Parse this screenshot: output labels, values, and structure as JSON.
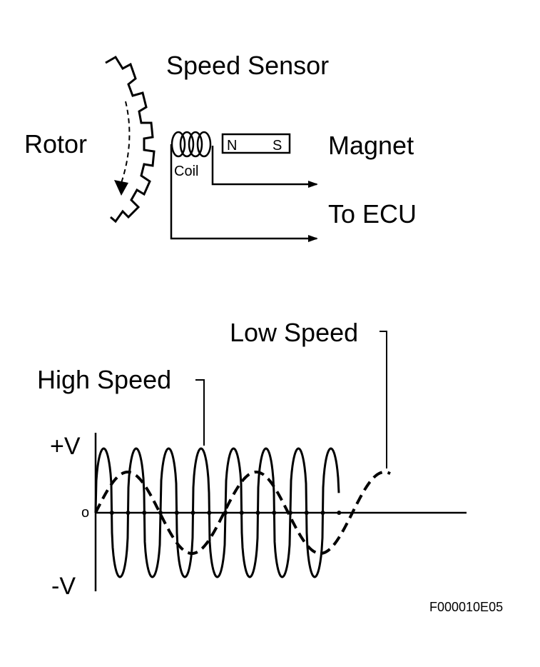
{
  "sensor": {
    "title": "Speed Sensor",
    "rotor_label": "Rotor",
    "coil_label": "Coil",
    "magnet_label": "Magnet",
    "magnet_north": "N",
    "magnet_south": "S",
    "output_label": "To ECU"
  },
  "waveform": {
    "high_speed_label": "High Speed",
    "low_speed_label": "Low Speed",
    "pos_label": "+V",
    "neg_label": "-V",
    "zero_label": "o",
    "high_speed_cycles": 8,
    "low_speed_cycles_shown": 2.25
  },
  "figure_code": "F000010E05"
}
